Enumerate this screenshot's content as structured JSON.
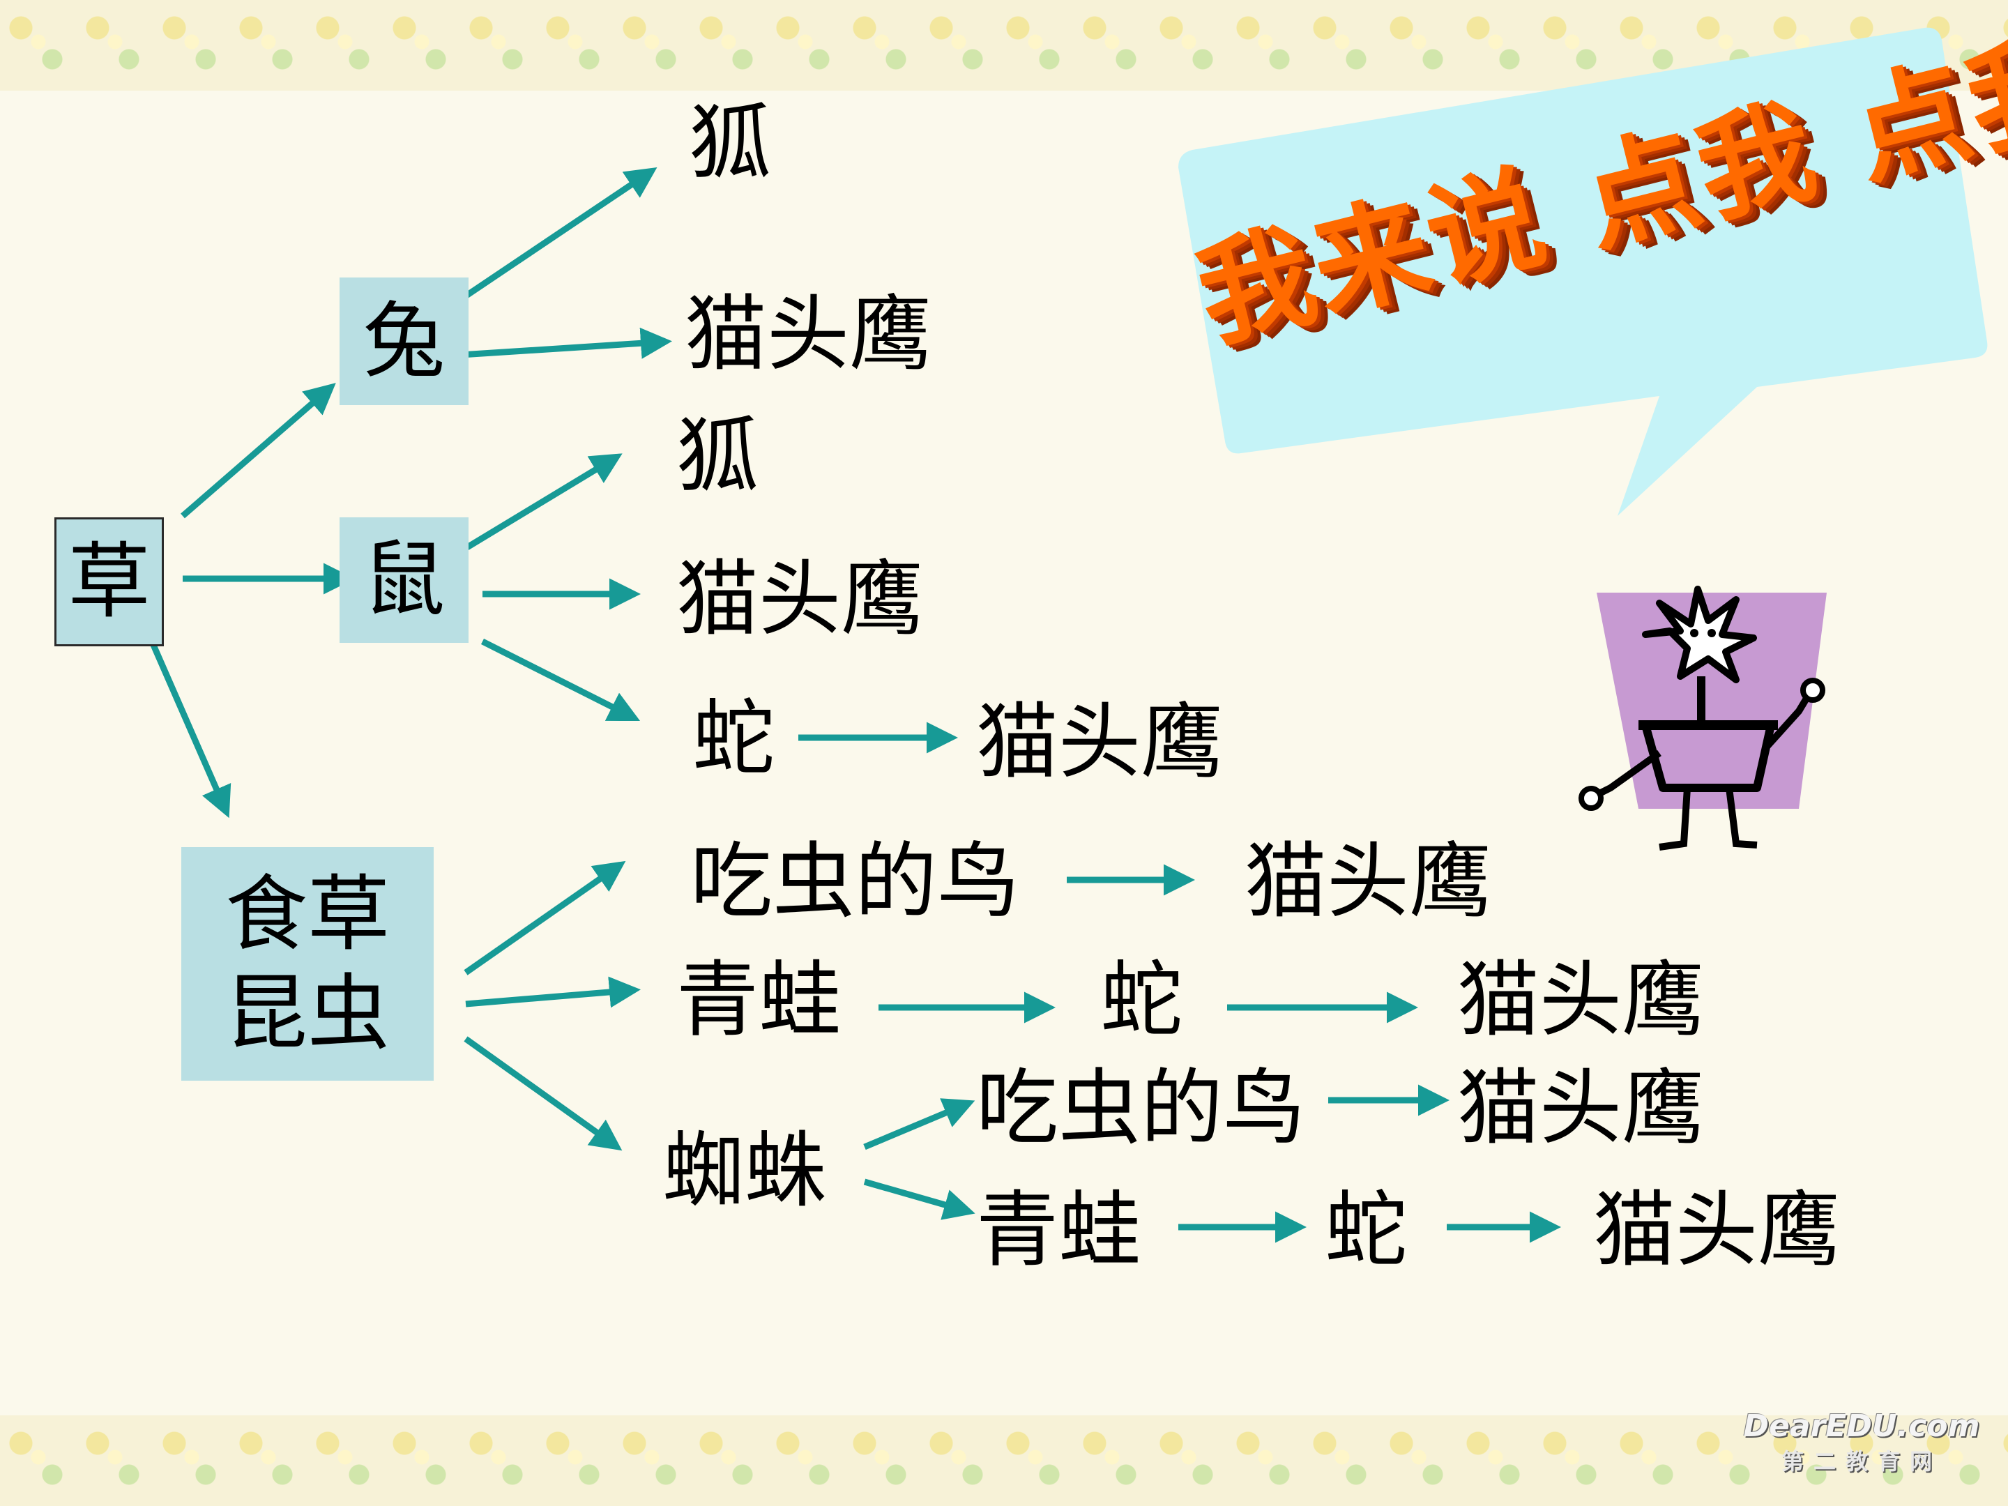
{
  "nodes": {
    "grass": "草",
    "rabbit": "兔",
    "mouse": "鼠",
    "insects_line1": "食草",
    "insects_line2": "昆虫",
    "rabbit_fox": "狐",
    "rabbit_owl": "猫头鹰",
    "mouse_fox": "狐",
    "mouse_owl": "猫头鹰",
    "mouse_snake": "蛇",
    "mouse_snake_owl": "猫头鹰",
    "insect_bird": "吃虫的鸟",
    "insect_bird_owl": "猫头鹰",
    "insect_frog": "青蛙",
    "insect_frog_snake": "蛇",
    "insect_frog_snake_owl": "猫头鹰",
    "spider": "蜘蛛",
    "spider_bird": "吃虫的鸟",
    "spider_bird_owl": "猫头鹰",
    "spider_frog": "青蛙",
    "spider_frog_snake": "蛇",
    "spider_frog_snake_owl": "猫头鹰"
  },
  "callout": {
    "text": "我来说 点我 点我！"
  },
  "watermark": {
    "brand": "DearEDU.com",
    "sub": "第二教育网"
  },
  "colors": {
    "arrow": "#179a96",
    "box_fill": "#b9dfe3",
    "bubble_fill": "#c5f3f7",
    "callout_text": "#ff6a00",
    "mascot_pot": "#c79ad2"
  },
  "icons": [
    "flower-mascot-icon",
    "speech-bubble-icon"
  ]
}
